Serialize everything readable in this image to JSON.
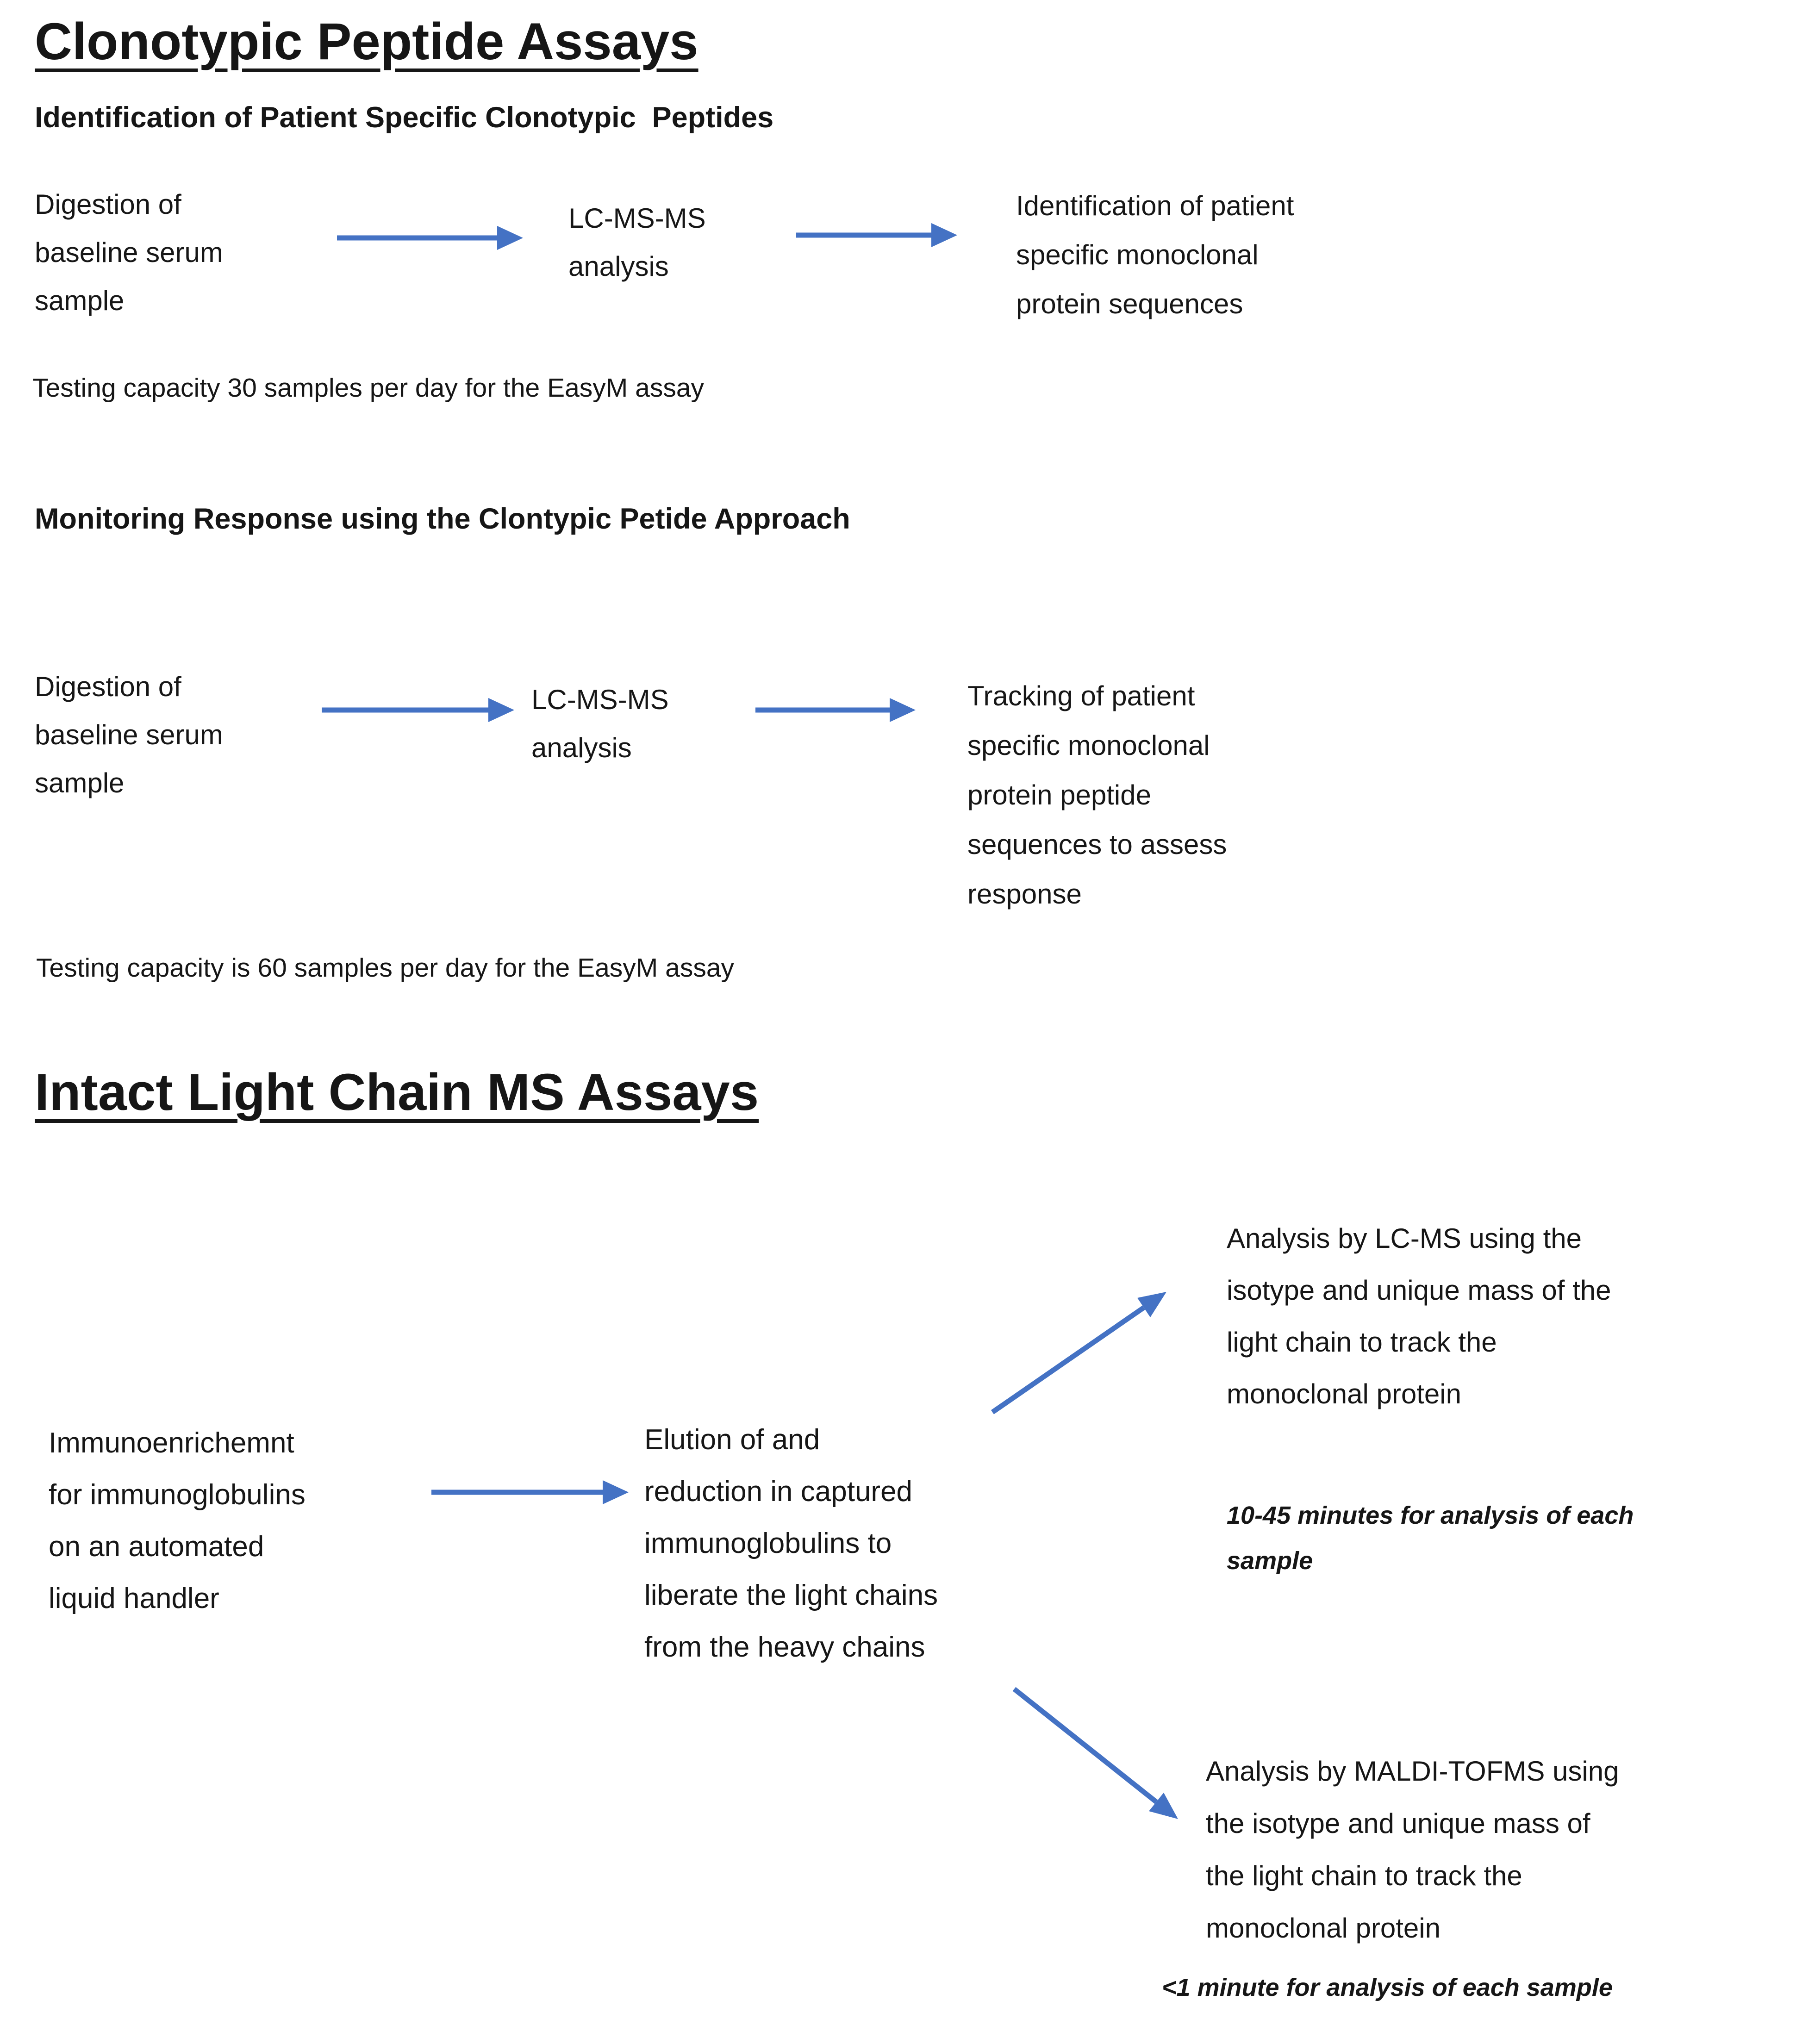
{
  "colors": {
    "arrow": "#4472C4",
    "text": "#161616"
  },
  "section1": {
    "title": "Clonotypic Peptide Assays",
    "subtitle": "Identification of Patient Specific Clonotypic  Peptides",
    "flow_identification": {
      "step_digestion": "Digestion of\nbaseline serum\nsample",
      "step_lcmsms": "LC-MS-MS\nanalysis",
      "step_result": "Identification of patient\nspecific monoclonal\nprotein sequences"
    },
    "capacity_note": "Testing capacity 30 samples per day for the EasyM assay",
    "monitoring_heading": "Monitoring Response using the Clontypic Petide Approach",
    "flow_monitoring": {
      "step_digestion": "Digestion of\nbaseline serum\nsample",
      "step_lcmsms": "LC-MS-MS\nanalysis",
      "step_result": "Tracking of patient\nspecific monoclonal\nprotein peptide\nsequences to assess\nresponse"
    },
    "capacity_note_2": "Testing capacity is 60 samples per day for the EasyM assay"
  },
  "section2": {
    "title": "Intact Light Chain MS Assays",
    "step_enrichment": "Immunoenrichemnt\nfor immunoglobulins\non an automated\nliquid handler",
    "step_elution": "Elution of and\nreduction in captured\nimmunoglobulins to\nliberate the light chains\nfrom the heavy chains",
    "step_lcms": "Analysis by LC-MS using the\nisotype and unique mass of the\nlight chain to track the\nmonoclonal protein",
    "lcms_time_note": "10-45 minutes for analysis of each\nsample",
    "step_maldi": "Analysis by MALDI-TOFMS using\nthe isotype and unique mass of\nthe light chain to track the\nmonoclonal protein",
    "maldi_time_note": "<1 minute for analysis of each sample"
  }
}
